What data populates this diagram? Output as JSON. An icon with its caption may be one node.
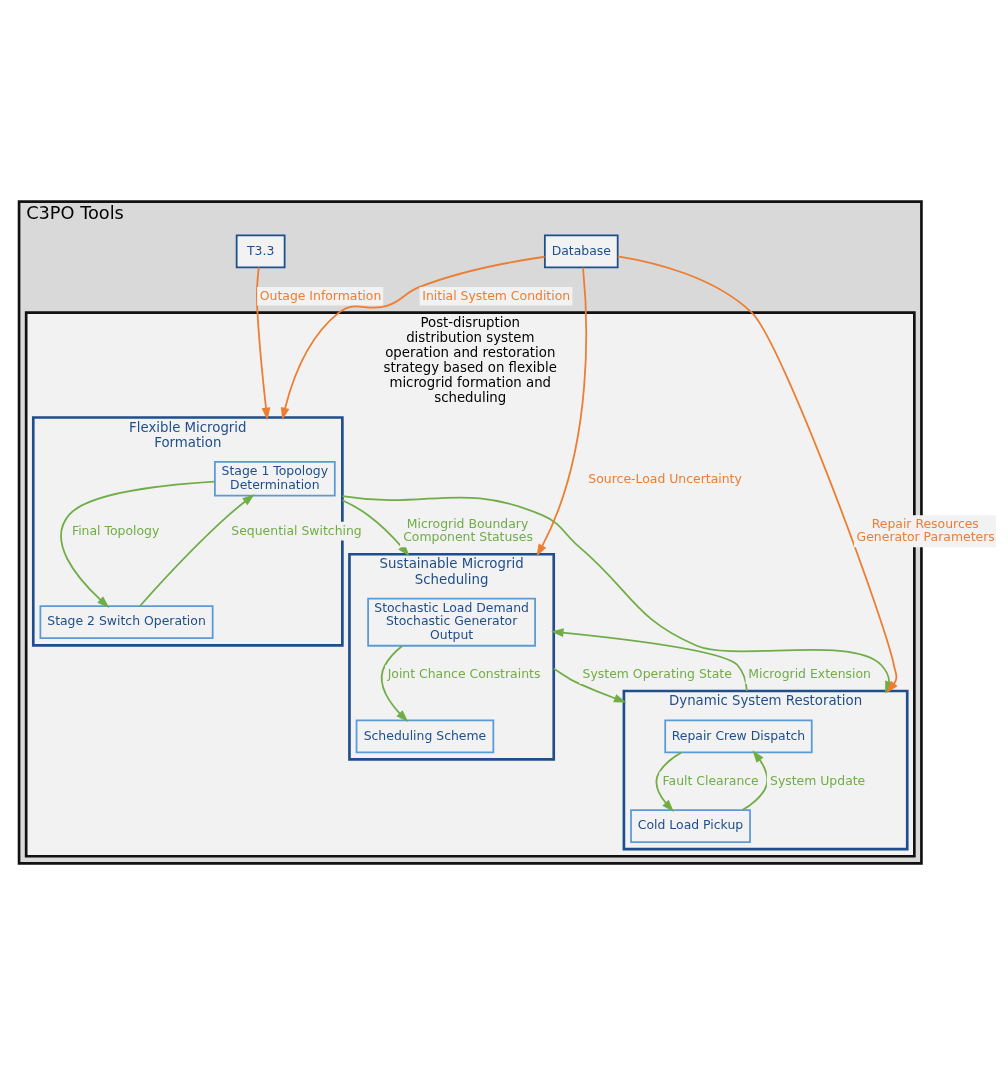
{
  "diagram": {
    "nodes": [
      {
        "text": [
          "C3PO Tools"
        ]
      },
      {
        "text": [
          "Post-disruption distribution system operation and restoration strategy based on flexible microgrid formation and scheduling"
        ],
        "in": 0
      },
      {
        "text": [
          "T3.3"
        ],
        "in": 0
      },
      {
        "text": [
          "Database"
        ],
        "in": 0
      },
      {
        "text": [
          "Flexible Microgrid Formation"
        ],
        "in": 1
      },
      {
        "text": [
          "Stage 1 Topology Determination"
        ],
        "in": 4
      },
      {
        "text": [
          "Stage 2 Switch Operation"
        ],
        "in": 4
      },
      {
        "text": [
          "Sustainable Microgrid Scheduling"
        ],
        "in": 1
      },
      {
        "text": [
          "Stochastic Load Demand Stochastic Generator Output"
        ],
        "in": 7
      },
      {
        "text": [
          "Scheduling Scheme"
        ],
        "in": 7
      },
      {
        "text": [
          "Dynamic System Restoration"
        ],
        "in": 1
      },
      {
        "text": [
          "Repair Crew Dispatch"
        ],
        "in": 10
      },
      {
        "text": [
          "Cold Load Pickup"
        ],
        "in": 10
      }
    ],
    "edges": [
      {
        "from": 2,
        "to": 4,
        "arrow": "to",
        "label": "Outage Information",
        "color": "#ed7d31"
      },
      {
        "from": 3,
        "to": 4,
        "arrow": "to",
        "label": "Initial System Condition",
        "color": "#ed7d31"
      },
      {
        "from": 3,
        "to": 7,
        "arrow": "to",
        "label": "Source-Load Uncertainty",
        "color": "#ed7d31"
      },
      {
        "from": 3,
        "to": 10,
        "arrow": "to",
        "label": "Repair Resources Generator Parameters",
        "color": "#ed7d31"
      },
      {
        "from": 5,
        "to": 6,
        "arrow": "to",
        "label": "Final Topology"
      },
      {
        "from": 6,
        "to": 5,
        "arrow": "to",
        "label": "Sequential Switching"
      },
      {
        "from": 4,
        "to": 7,
        "arrow": "to",
        "label": "Microgrid Boundary Component Statuses"
      },
      {
        "from": 8,
        "to": 9,
        "arrow": "to",
        "label": "Joint Chance Constraints"
      },
      {
        "from": 7,
        "to": 10,
        "arrow": "to",
        "label": "System Operating State"
      },
      {
        "from": 10,
        "to": 7,
        "arrow": "to",
        "label": "Microgrid Extension"
      },
      {
        "from": 4,
        "to": 10,
        "arrow": "to"
      },
      {
        "from": 11,
        "to": 12,
        "arrow": "to",
        "label": "Fault Clearance"
      },
      {
        "from": 12,
        "to": 11,
        "arrow": "to",
        "label": "System Update"
      }
    ]
  }
}
